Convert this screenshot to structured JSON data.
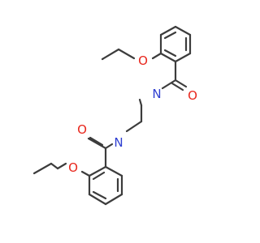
{
  "molecule": {
    "atoms": {
      "o_ether_top": "O",
      "o_carbonyl_top": "O",
      "n_top": "N",
      "n_bottom": "N",
      "o_carbonyl_bottom": "O",
      "o_ether_bottom": "O"
    },
    "colors": {
      "bond": "#3c3c3c",
      "oxygen": "#e8261c",
      "nitrogen": "#2f3fd1",
      "background": "#ffffff"
    }
  }
}
